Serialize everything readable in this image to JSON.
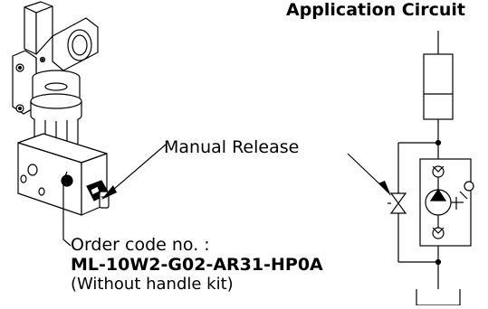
{
  "title": "Application Circuit",
  "callouts": {
    "manual_release": "Manual Release",
    "order_code_label": "Order code no. :",
    "order_code": "ML-10W2-G02-AR31-HP0A",
    "order_note": "(Without handle kit)"
  },
  "colors": {
    "line": "#000000",
    "background": "#ffffff",
    "pump_triangle": "#000000"
  }
}
